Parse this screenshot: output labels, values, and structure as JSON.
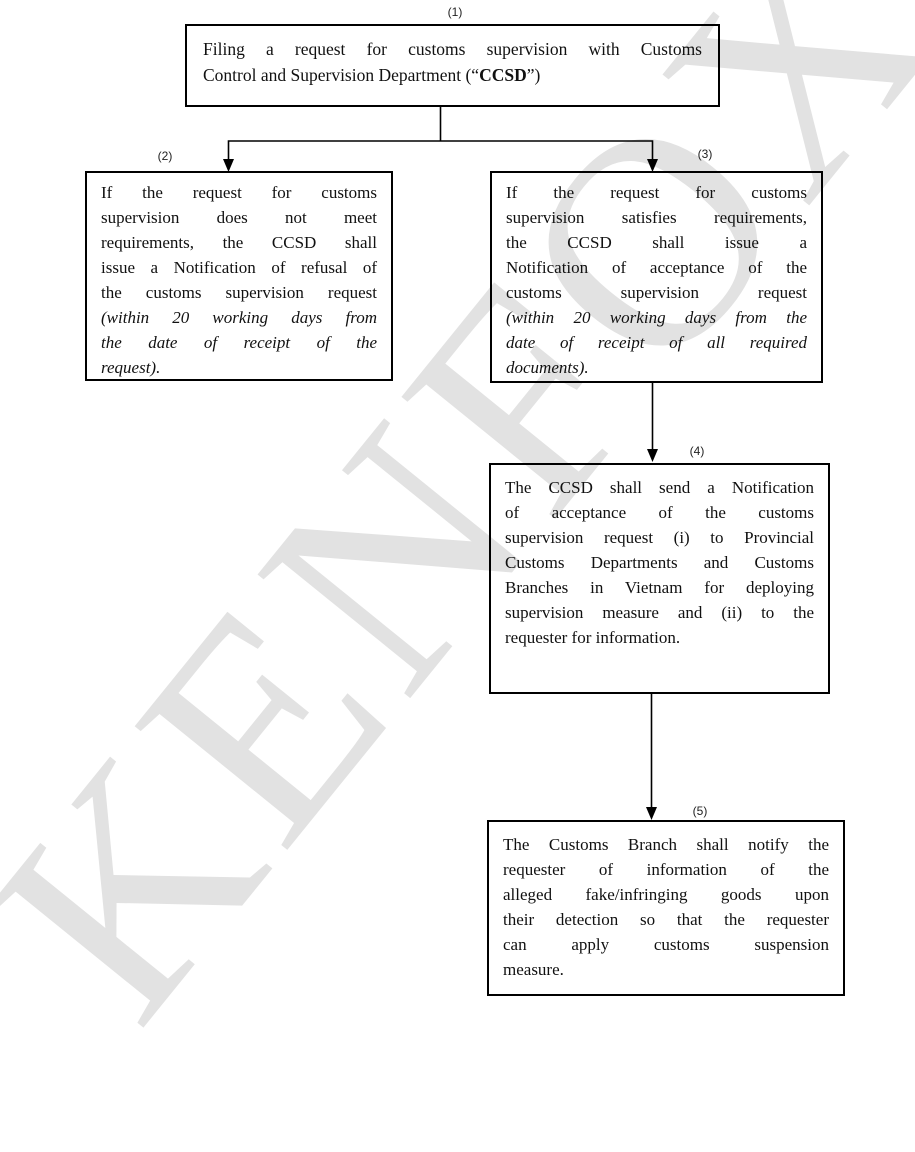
{
  "watermark": {
    "text": "KENFOX",
    "color": "#e2e2e2"
  },
  "colors": {
    "box_border": "#000000",
    "text": "#111111",
    "background": "#ffffff"
  },
  "flowchart": {
    "nodes": [
      {
        "label": "(1)",
        "lines": [
          {
            "text": "Filing a request for customs supervision with Customs"
          },
          {
            "segments": [
              {
                "text": "Control and Supervision Department (“",
                "style": "normal"
              },
              {
                "text": "CCSD",
                "style": "bold"
              },
              {
                "text": "”)",
                "style": "normal"
              }
            ],
            "last": true
          }
        ]
      },
      {
        "label": "(2)",
        "lines": [
          {
            "text": "If the request for customs"
          },
          {
            "text": "supervision does not meet"
          },
          {
            "text": "requirements, the CCSD shall"
          },
          {
            "text": "issue a Notification of refusal of"
          },
          {
            "text": "the customs supervision request"
          },
          {
            "text": "(within 20 working days from",
            "style": "italic"
          },
          {
            "text": "the date of receipt of the",
            "style": "italic"
          },
          {
            "text": "request).",
            "style": "italic",
            "last": true
          }
        ]
      },
      {
        "label": "(3)",
        "lines": [
          {
            "text": "If the request for customs"
          },
          {
            "text": "supervision satisfies requirements,"
          },
          {
            "text": "the CCSD shall issue a"
          },
          {
            "text": "Notification of acceptance of the"
          },
          {
            "text": "customs supervision request"
          },
          {
            "text": "(within 20 working days from the",
            "style": "italic"
          },
          {
            "text": "date of receipt of all required",
            "style": "italic"
          },
          {
            "text": "documents).",
            "style": "italic",
            "last": true
          }
        ]
      },
      {
        "label": "(4)",
        "lines": [
          {
            "text": "The CCSD shall send a Notification"
          },
          {
            "text": "of acceptance of the customs"
          },
          {
            "text": "supervision request (i) to Provincial"
          },
          {
            "text": "Customs Departments and Customs"
          },
          {
            "text": "Branches in Vietnam for deploying"
          },
          {
            "text": "supervision measure and (ii) to the"
          },
          {
            "text": "requester for information.",
            "last": true
          }
        ]
      },
      {
        "label": "(5)",
        "lines": [
          {
            "text": "The Customs Branch shall notify the"
          },
          {
            "text": "requester of information of the"
          },
          {
            "text": "alleged fake/infringing goods upon"
          },
          {
            "text": "their detection so that the requester"
          },
          {
            "text": "can apply customs suspension"
          },
          {
            "text": "measure.",
            "last": true
          }
        ]
      }
    ]
  }
}
